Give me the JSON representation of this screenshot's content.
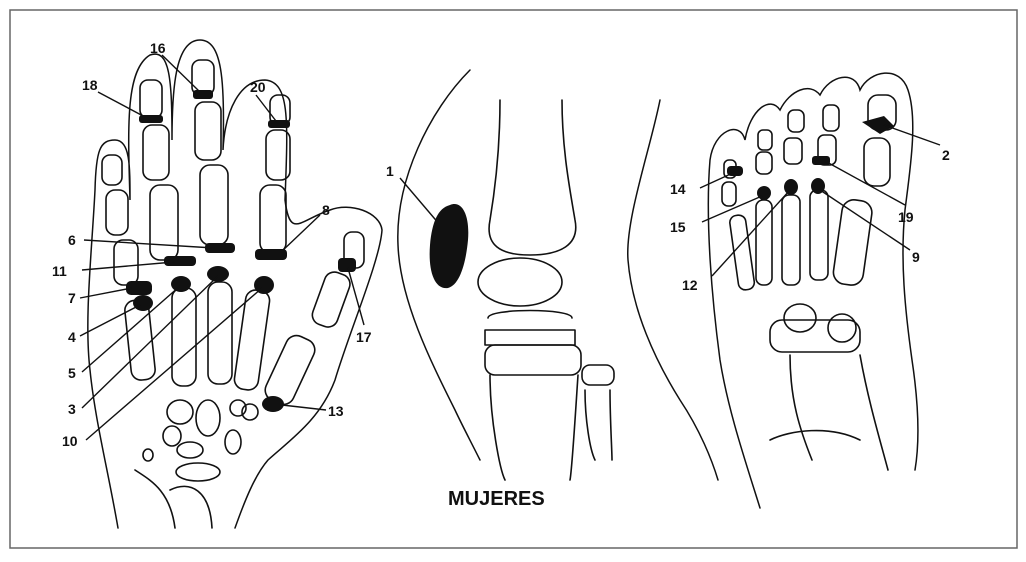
{
  "figure": {
    "title": "MUJERES"
  },
  "hand_labels": [
    "16",
    "18",
    "20",
    "8",
    "6",
    "11",
    "7",
    "4",
    "5",
    "3",
    "10",
    "17",
    "13"
  ],
  "knee_labels": [
    "1"
  ],
  "foot_labels": [
    "2",
    "14",
    "19",
    "15",
    "9",
    "12"
  ],
  "colors": {
    "ink": "#111111",
    "background": "#ffffff",
    "frame": "#666666"
  }
}
